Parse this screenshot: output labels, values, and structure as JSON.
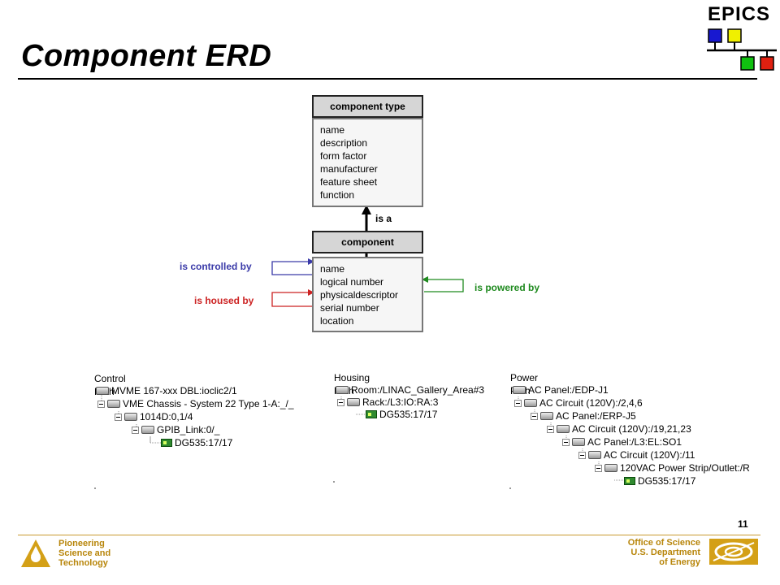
{
  "title": "Component ERD",
  "logo_text": "EPICS",
  "erd": {
    "component_type": {
      "header": "component type",
      "fields": [
        "name",
        "description",
        "form factor",
        "manufacturer",
        "feature sheet",
        "function"
      ]
    },
    "component": {
      "header": "component",
      "fields": [
        "name",
        "logical number",
        "physicaldescriptor",
        "serial number",
        "location"
      ]
    },
    "relations": {
      "is_a": "is a",
      "controlled_by": "is controlled by",
      "housed_by": "is housed by",
      "powered_by": "is powered by"
    }
  },
  "trees": {
    "control": {
      "title": "Control Path",
      "nodes": [
        "MVME 167-xxx DBL:ioclic2/1",
        "VME Chassis - System 22 Type 1-A:_/_",
        "1014D:0,1/4",
        "GPIB_Link:0/_",
        "DG535:17/17"
      ]
    },
    "housing": {
      "title": "Housing Path",
      "nodes": [
        "Room:/LINAC_Gallery_Area#3",
        "Rack:/L3:IO:RA:3",
        "DG535:17/17"
      ]
    },
    "power": {
      "title": "Power Path",
      "nodes": [
        "AC Panel:/EDP-J1",
        "AC Circuit (120V):/2,4,6",
        "AC Panel:/ERP-J5",
        "AC Circuit (120V):/19,21,23",
        "AC Panel:/L3:EL:SO1",
        "AC Circuit (120V):/11",
        "120VAC Power Strip/Outlet:/R",
        "DG535:17/17"
      ]
    }
  },
  "footer": {
    "page_number": "11",
    "left": [
      "Pioneering",
      "Science and",
      "Technology"
    ],
    "right": [
      "Office of Science",
      "U.S. Department",
      "of Energy"
    ]
  },
  "colors": {
    "controlled_by": "#3a3aa8",
    "housed_by": "#cc2222",
    "powered_by": "#1f8a1f",
    "footer": "#b8860b"
  }
}
